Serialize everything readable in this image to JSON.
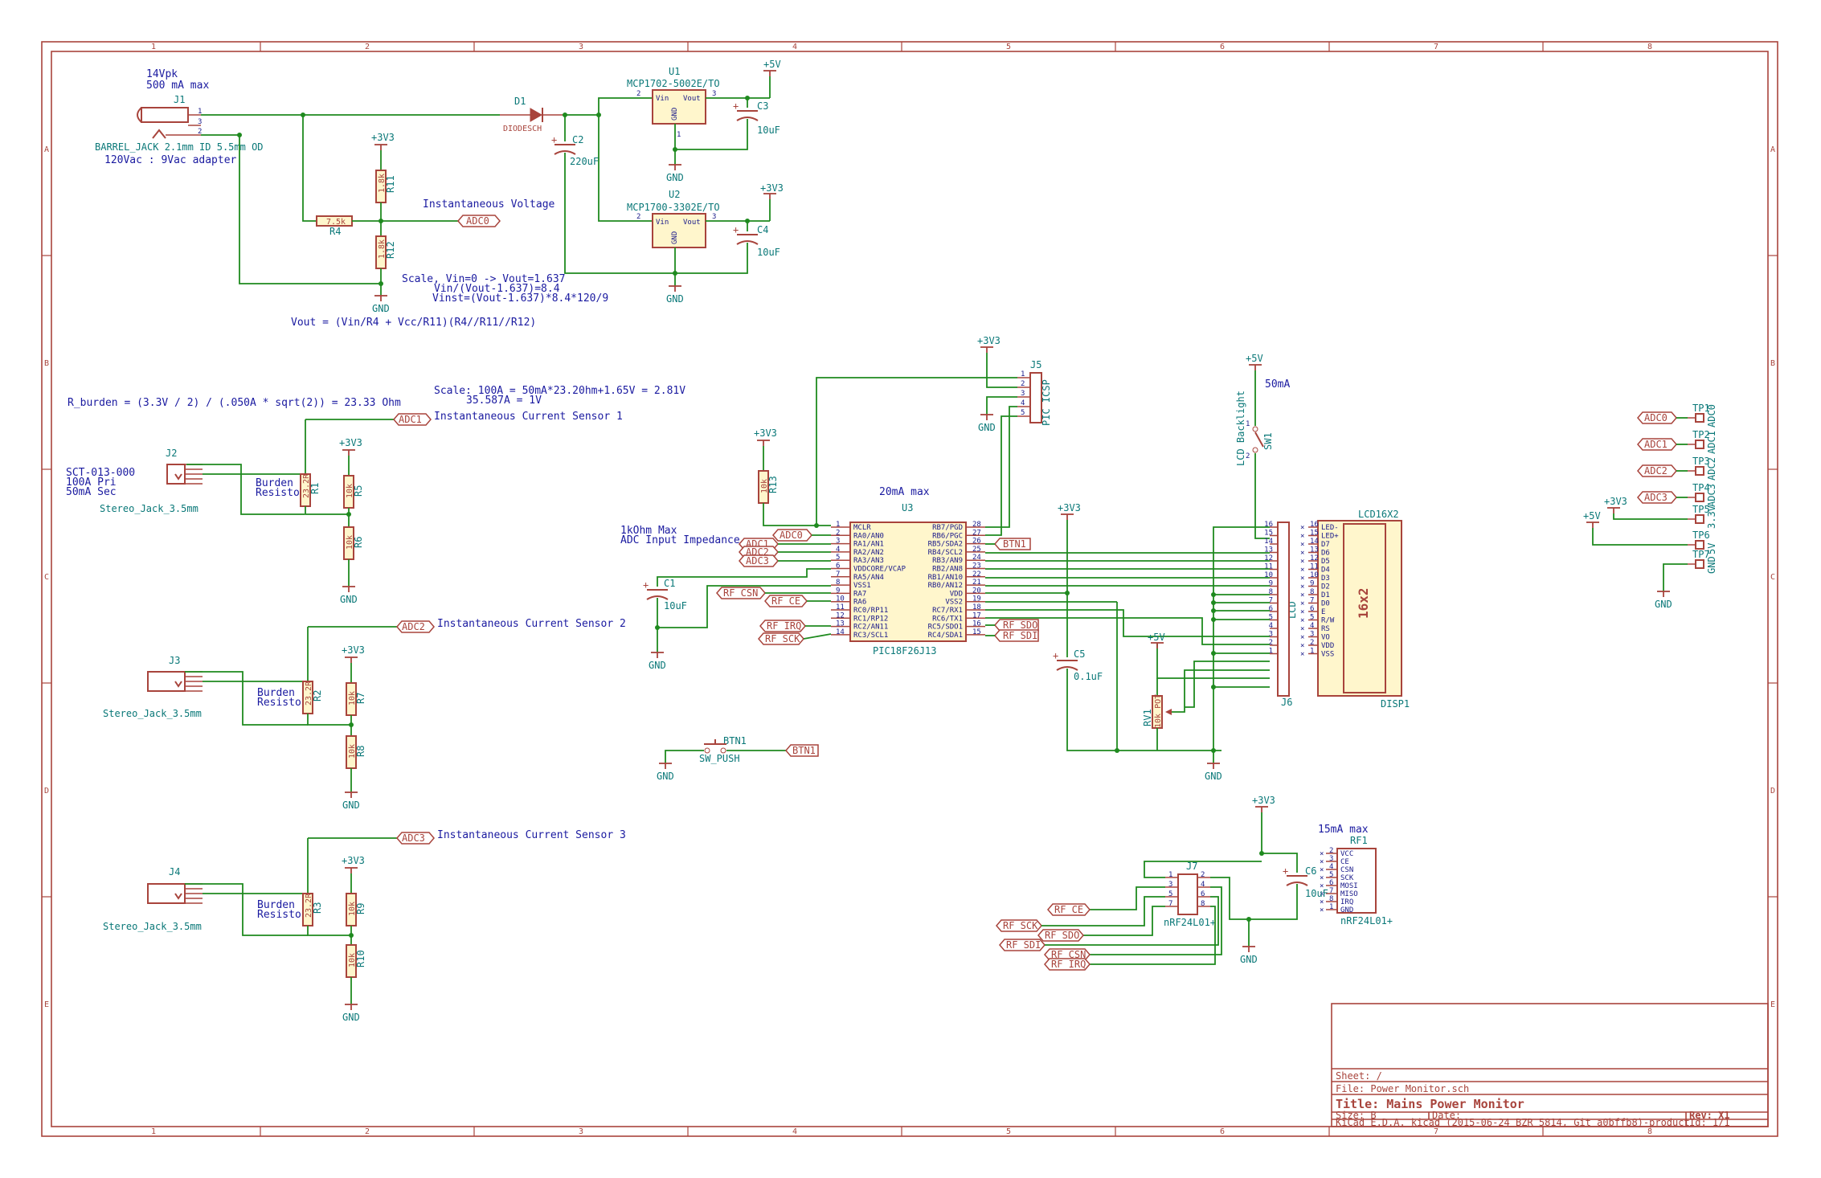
{
  "frame": {
    "col_numbers": [
      "1",
      "2",
      "3",
      "4",
      "5",
      "6",
      "7",
      "8"
    ],
    "row_letters": [
      "A",
      "B",
      "C",
      "D",
      "E"
    ]
  },
  "title_block": {
    "sheet": "Sheet: /",
    "file": "File: Power Monitor.sch",
    "title": "Title: Mains Power Monitor",
    "size": "Size: B",
    "date": "Date:",
    "rev": "Rev: X1",
    "kicad": "KiCad E.D.A.  kicad (2015-06-24 BZR 5814, Git a0bffb8)-product",
    "id": "Id: 1/1"
  },
  "power_section": {
    "note_supply": "14Vpk",
    "note_current": "500 mA max",
    "j1_ref": "J1",
    "j1_value": "BARREL_JACK 2.1mm ID 5.5mm OD",
    "j1_note": "120Vac : 9Vac adapter",
    "d1_ref": "D1",
    "d1_value": "DIODESCH",
    "c2_ref": "C2",
    "c2_value": "220uF",
    "u1_ref": "U1",
    "u1_value": "MCP1702-5002E/TO",
    "u2_ref": "U2",
    "u2_value": "MCP1700-3302E/TO",
    "u_vin": "Vin",
    "u_vout": "Vout",
    "u_gnd": "GND",
    "c3_ref": "C3",
    "c3_value": "10uF",
    "c4_ref": "C4",
    "c4_value": "10uF",
    "rail_5v": "+5V",
    "rail_3v3": "+3V3",
    "gnd": "GND",
    "pin1": "1",
    "pin2": "2",
    "pin3": "3"
  },
  "voltage_sense": {
    "r4_ref": "R4",
    "r4_value": "7.5k",
    "r11_ref": "R11",
    "r11_value": "1.8k",
    "r12_ref": "R12",
    "r12_value": "1.8k",
    "label": "Instantaneous Voltage",
    "adc_label": "ADC0",
    "scale1": "Scale, Vin=0 -> Vout=1.637",
    "scale2": "Vin/(Vout-1.637)=8.4",
    "scale3": "Vinst=(Vout-1.637)*8.4*120/9",
    "formula": "Vout = (Vin/R4 + Vcc/R11)(R4//R11//R12)"
  },
  "current_sense": {
    "burden_formula": "R_burden = (3.3V / 2) / (.050A * sqrt(2)) = 23.33 Ohm",
    "scale1": "Scale: 100A = 50mA*23.20hm+1.65V = 2.81V",
    "scale2": "35.587A = 1V",
    "sct_line1": "SCT-013-000",
    "sct_line2": "100A Pri",
    "sct_line3": "50mA Sec",
    "jack_value": "Stereo_Jack_3.5mm",
    "burden1": "Burden",
    "burden2": "Resistor",
    "sensors": [
      {
        "jack": "J2",
        "adc": "ADC1",
        "label": "Instantaneous Current Sensor 1",
        "rb": "R1",
        "rb_val": "23.2R",
        "rt": "R5",
        "rt_val": "10k",
        "rl": "R6",
        "rl_val": "10k"
      },
      {
        "jack": "J3",
        "adc": "ADC2",
        "label": "Instantaneous Current Sensor 2",
        "rb": "R2",
        "rb_val": "23.2R",
        "rt": "R7",
        "rt_val": "10k",
        "rl": "R8",
        "rl_val": "10k"
      },
      {
        "jack": "J4",
        "adc": "ADC3",
        "label": "Instantaneous Current Sensor 3",
        "rb": "R3",
        "rb_val": "23.2R",
        "rt": "R9",
        "rt_val": "10k",
        "rl": "R10",
        "rl_val": "10k"
      }
    ]
  },
  "mcu": {
    "ref": "U3",
    "value": "PIC18F26J13",
    "current": "20mA max",
    "imp1": "1kOhm Max",
    "imp2": "ADC Input Impedance",
    "left_pins": [
      {
        "n": "1",
        "name": "MCLR"
      },
      {
        "n": "2",
        "name": "RA0/AN0"
      },
      {
        "n": "3",
        "name": "RA1/AN1"
      },
      {
        "n": "4",
        "name": "RA2/AN2"
      },
      {
        "n": "5",
        "name": "RA3/AN3"
      },
      {
        "n": "6",
        "name": "VDDCORE/VCAP"
      },
      {
        "n": "7",
        "name": "RA5/AN4"
      },
      {
        "n": "8",
        "name": "VSS1"
      },
      {
        "n": "9",
        "name": "RA7"
      },
      {
        "n": "10",
        "name": "RA6"
      },
      {
        "n": "11",
        "name": "RC0/RP11"
      },
      {
        "n": "12",
        "name": "RC1/RP12"
      },
      {
        "n": "13",
        "name": "RC2/AN11"
      },
      {
        "n": "14",
        "name": "RC3/SCL1"
      }
    ],
    "right_pins": [
      {
        "n": "28",
        "name": "RB7/PGD"
      },
      {
        "n": "27",
        "name": "RB6/PGC"
      },
      {
        "n": "26",
        "name": "RB5/SDA2"
      },
      {
        "n": "25",
        "name": "RB4/SCL2"
      },
      {
        "n": "24",
        "name": "RB3/AN9"
      },
      {
        "n": "23",
        "name": "RB2/AN8"
      },
      {
        "n": "22",
        "name": "RB1/AN10"
      },
      {
        "n": "21",
        "name": "RB0/AN12"
      },
      {
        "n": "20",
        "name": "VDD"
      },
      {
        "n": "19",
        "name": "VSS2"
      },
      {
        "n": "18",
        "name": "RC7/RX1"
      },
      {
        "n": "17",
        "name": "RC6/TX1"
      },
      {
        "n": "16",
        "name": "RC5/SDO1"
      },
      {
        "n": "15",
        "name": "RC4/SDA1"
      }
    ],
    "r13_ref": "R13",
    "r13_value": "10k",
    "c1_ref": "C1",
    "c1_value": "10uF",
    "c5_ref": "C5",
    "c5_value": "0.1uF",
    "labels": {
      "adc0": "ADC0",
      "adc1": "ADC1",
      "adc2": "ADC2",
      "adc3": "ADC3",
      "rf_csn": "RF_CSN",
      "rf_ce": "RF_CE",
      "rf_irq": "RF_IRQ",
      "rf_sck": "RF_SCK",
      "rf_sdo": "RF_SDO",
      "rf_sdi": "RF_SDI",
      "btn1": "BTN1"
    }
  },
  "icsp": {
    "ref": "J5",
    "value": "PIC ICSP",
    "pins": [
      "1",
      "2",
      "3",
      "4",
      "5"
    ]
  },
  "button": {
    "ref": "BTN1",
    "value": "SW_PUSH",
    "label": "BTN1"
  },
  "lcd": {
    "j6_ref": "J6",
    "j6_value": "LCD",
    "pins": [
      "16",
      "15",
      "14",
      "13",
      "12",
      "11",
      "10",
      "9",
      "8",
      "7",
      "6",
      "5",
      "4",
      "3",
      "2",
      "1"
    ],
    "pin_names": [
      "LED-",
      "LED+",
      "D7",
      "D6",
      "D5",
      "D4",
      "D3",
      "D2",
      "D1",
      "D0",
      "E",
      "R/W",
      "RS",
      "VO",
      "VDD",
      "VSS"
    ],
    "screen_text": "16x2",
    "ref": "LCD16X2",
    "value": "DISP1",
    "sw1_ref": "SW1",
    "sw1_value": "LCD Backlight",
    "current": "50mA",
    "rv1_ref": "RV1",
    "rv1_value": "10k POT"
  },
  "rf": {
    "ref": "RF1",
    "value": "nRF24L01+",
    "current": "15mA max",
    "pins": [
      {
        "n": "2",
        "name": "VCC"
      },
      {
        "n": "3",
        "name": "CE"
      },
      {
        "n": "4",
        "name": "CSN"
      },
      {
        "n": "5",
        "name": "SCK"
      },
      {
        "n": "6",
        "name": "MOSI"
      },
      {
        "n": "7",
        "name": "MISO"
      },
      {
        "n": "8",
        "name": "IRQ"
      },
      {
        "n": "1",
        "name": "GND"
      }
    ],
    "j7_ref": "J7",
    "j7_value": "nRF24L01+",
    "c6_ref": "C6",
    "c6_value": "10uF"
  },
  "test_points": [
    {
      "ref": "TP1",
      "net": "ADC0",
      "label": "ADC0"
    },
    {
      "ref": "TP2",
      "net": "ADC1",
      "label": "ADC1"
    },
    {
      "ref": "TP3",
      "net": "ADC2",
      "label": "ADC2"
    },
    {
      "ref": "TP4",
      "net": "ADC3",
      "label": "ADC3"
    },
    {
      "ref": "TP5",
      "net": "+3V3",
      "label": "3.3V"
    },
    {
      "ref": "TP6",
      "net": "+5V",
      "label": "5V"
    },
    {
      "ref": "TP7",
      "net": "GND",
      "label": "GND"
    }
  ]
}
